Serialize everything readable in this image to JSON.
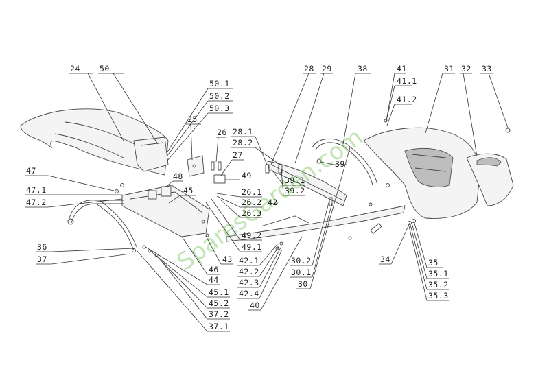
{
  "labels": {
    "l24": "24",
    "l50": "50",
    "l50_1": "50.1",
    "l50_2": "50.2",
    "l50_3": "50.3",
    "l25": "25",
    "l26": "26",
    "l28_1": "28.1",
    "l28_2": "28.2",
    "l27": "27",
    "l49": "49",
    "l48": "48",
    "l28": "28",
    "l29": "29",
    "l38": "38",
    "l41": "41",
    "l41_1": "41.1",
    "l41_2": "41.2",
    "l31": "31",
    "l32": "32",
    "l33": "33",
    "l39": "39",
    "l39_1": "39.1",
    "l39_2": "39.2",
    "l47": "47",
    "l47_1": "47.1",
    "l47_2": "47.2",
    "l45": "45",
    "l26_1": "26.1",
    "l26_2": "26.2",
    "l42": "42",
    "l26_3": "26.3",
    "l49_2": "49.2",
    "l49_1": "49.1",
    "l36": "36",
    "l37": "37",
    "l43": "43",
    "l46": "46",
    "l44": "44",
    "l45_1": "45.1",
    "l45_2": "45.2",
    "l37_2": "37.2",
    "l37_1": "37.1",
    "l42_1": "42.1",
    "l42_2": "42.2",
    "l42_3": "42.3",
    "l42_4": "42.4",
    "l40": "40",
    "l30_2": "30.2",
    "l30_1": "30.1",
    "l30": "30",
    "l34": "34",
    "l35": "35",
    "l35_1": "35.1",
    "l35_2": "35.2",
    "l35_3": "35.3"
  },
  "watermark": "SparesGarden.com",
  "colors": {
    "watermark": "#8fd07a",
    "line": "#333333"
  }
}
